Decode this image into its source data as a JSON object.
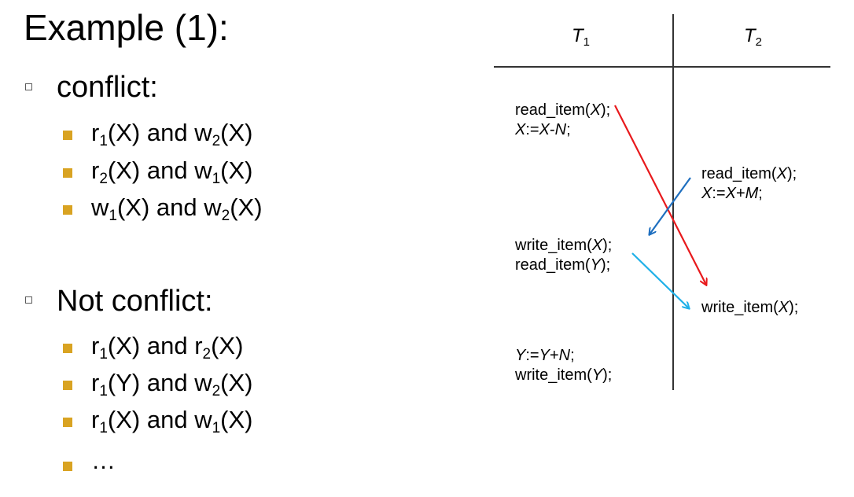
{
  "title": "Example (1):",
  "conflict": {
    "label": "conflict:",
    "items": [
      {
        "a": "r",
        "as": "1",
        "ax": "(X)",
        "mid": " and ",
        "b": "w",
        "bs": "2",
        "bx": "(X)"
      },
      {
        "a": "r",
        "as": "2",
        "ax": "(X)",
        "mid": " and ",
        "b": "w",
        "bs": "1",
        "bx": "(X)"
      },
      {
        "a": "w",
        "as": "1",
        "ax": "(X)",
        "mid": " and ",
        "b": "w",
        "bs": "2",
        "bx": "(X)"
      }
    ]
  },
  "not_conflict": {
    "label": "Not conflict:",
    "items": [
      {
        "a": "r",
        "as": "1",
        "ax": "(X)",
        "mid": " and ",
        "b": "r",
        "bs": "2",
        "bx": "(X)"
      },
      {
        "a": "r",
        "as": "1",
        "ax": "(Y)",
        "mid": " and ",
        "b": "w",
        "bs": "2",
        "bx": "(X)"
      },
      {
        "a": "r",
        "as": "1",
        "ax": "(X)",
        "mid": " and ",
        "b": "w",
        "bs": "1",
        "bx": "(X)"
      }
    ],
    "ellipsis": "…"
  },
  "schedule": {
    "t1": {
      "name": "T",
      "sub": "1"
    },
    "t2": {
      "name": "T",
      "sub": "2"
    },
    "ops": {
      "t1_read_x": {
        "pre": "read_item(",
        "var": "X",
        "post": ");"
      },
      "t1_assign_x": {
        "pre": "",
        "var": "X",
        "post": ":=",
        "var2": "X",
        "post2": "-",
        "var3": "N",
        "post3": ";"
      },
      "t2_read_x": {
        "pre": "read_item(",
        "var": "X",
        "post": ");"
      },
      "t2_assign_x": {
        "pre": "",
        "var": "X",
        "post": ":=",
        "var2": "X",
        "post2": "+",
        "var3": "M",
        "post3": ";"
      },
      "t1_write_x": {
        "pre": "write_item(",
        "var": "X",
        "post": ");"
      },
      "t1_read_y": {
        "pre": "read_item(",
        "var": "Y",
        "post": ");"
      },
      "t2_write_x": {
        "pre": "write_item(",
        "var": "X",
        "post": ");"
      },
      "t1_assign_y": {
        "pre": "",
        "var": "Y",
        "post": ":=",
        "var2": "Y",
        "post2": "+",
        "var3": "N",
        "post3": ";"
      },
      "t1_write_y": {
        "pre": "write_item(",
        "var": "Y",
        "post": ");"
      }
    },
    "arrow_colors": {
      "red": "#e8191c",
      "blue": "#1f6fbf",
      "cyan": "#1fb0e8"
    }
  }
}
